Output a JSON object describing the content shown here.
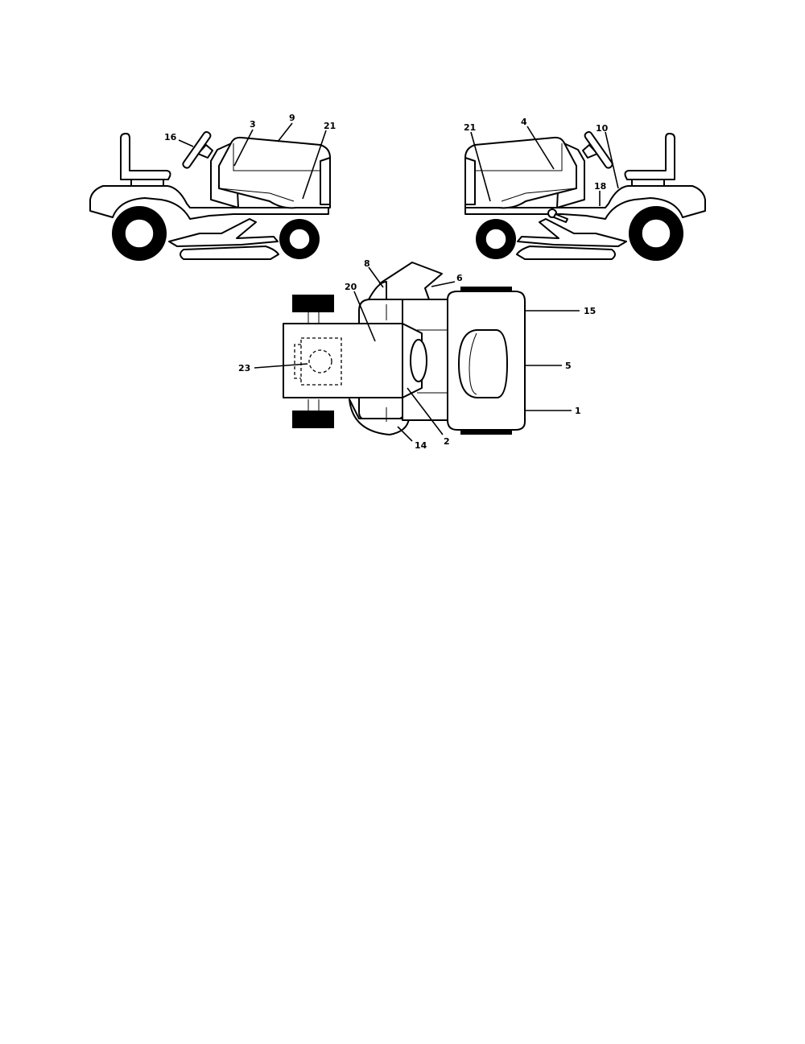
{
  "diagram": {
    "labels": {
      "left_16": "16",
      "left_3": "3",
      "left_9": "9",
      "left_21": "21",
      "right_21": "21",
      "right_4": "4",
      "right_10": "10",
      "right_18": "18",
      "top_8": "8",
      "top_6": "6",
      "top_20": "20",
      "top_15": "15",
      "top_5": "5",
      "top_1": "1",
      "top_23": "23",
      "top_14": "14",
      "top_2": "2"
    }
  }
}
